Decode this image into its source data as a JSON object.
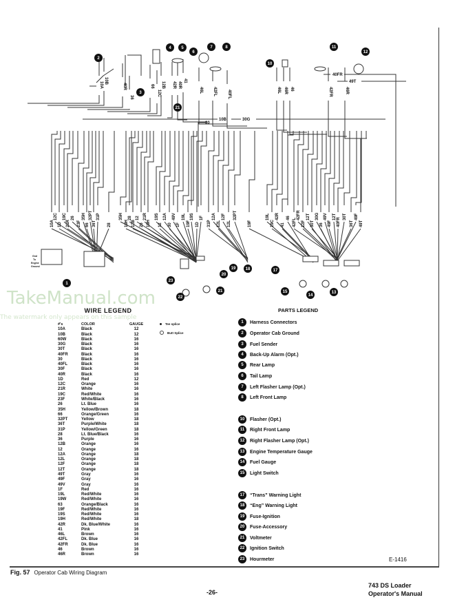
{
  "watermark": {
    "text": "TakeManual.com",
    "sub": "The watermark only appears on this sample"
  },
  "diagram": {
    "ground_note": [
      "Gnd",
      "To",
      "Engine",
      "Ground"
    ],
    "top_labels": [
      "10A",
      "10B",
      "40R",
      "36",
      "66",
      "12C",
      "12B",
      "42R",
      "40R",
      "41",
      "46L",
      "42FL",
      "40FL",
      "46L",
      "46R",
      "46",
      "42FR",
      "46R"
    ],
    "horiz_labels": [
      "40FR",
      "49T",
      "10B",
      "30G",
      "30"
    ],
    "bottom_labels": [
      "10A",
      "12C",
      "1D",
      "19C",
      "21R",
      "26",
      "23F",
      "35H",
      "66",
      "32PT",
      "36T",
      "31P",
      "28",
      "35H",
      "19H",
      "28",
      "12B",
      "12",
      "26",
      "21R",
      "19H",
      "19S",
      "12",
      "12A",
      "30",
      "49V",
      "1F",
      "19L",
      "19F",
      "19S",
      "1D",
      "1F",
      "31P",
      "12A",
      "12L",
      "12F",
      "12L",
      "32PT",
      "19F",
      "19L",
      "19C",
      "42R",
      "41",
      "46",
      "42FL",
      "42FR",
      "12F",
      "12T",
      "30T",
      "30G",
      "36",
      "49V",
      "49F",
      "12T",
      "40FR",
      "30T",
      "36T",
      "49F",
      "49T"
    ],
    "callouts": [
      "1",
      "2",
      "3",
      "4",
      "5",
      "6",
      "7",
      "8",
      "10",
      "11",
      "12",
      "13",
      "14",
      "15",
      "17",
      "18",
      "19",
      "20",
      "21",
      "22",
      "23",
      "21"
    ]
  },
  "wire_legend": {
    "title": "WIRE LEGEND",
    "headers": [
      "#'s",
      "COLOR",
      "GAUGE"
    ],
    "rows": [
      [
        "10A",
        "Black",
        "12"
      ],
      [
        "10B",
        "Black",
        "12"
      ],
      [
        "60W",
        "Black",
        "16"
      ],
      [
        "30G",
        "Black",
        "16"
      ],
      [
        "30T",
        "Black",
        "16"
      ],
      [
        "40FR",
        "Black",
        "16"
      ],
      [
        "30",
        "Black",
        "16"
      ],
      [
        "40FL",
        "Black",
        "16"
      ],
      [
        "30F",
        "Black",
        "16"
      ],
      [
        "40R",
        "Black",
        "16"
      ],
      [
        "1D",
        "Red",
        "12"
      ],
      [
        "12C",
        "Orange",
        "16"
      ],
      [
        "21R",
        "White",
        "16"
      ],
      [
        "19C",
        "Red/White",
        "16"
      ],
      [
        "23F",
        "White/Black",
        "16"
      ],
      [
        "26",
        "Lt. Blue",
        "16"
      ],
      [
        "35H",
        "Yellow/Brown",
        "18"
      ],
      [
        "66",
        "Orange/Green",
        "16"
      ],
      [
        "32PT",
        "Yellow",
        "18"
      ],
      [
        "36T",
        "Purple/White",
        "18"
      ],
      [
        "31P",
        "Yellow/Green",
        "18"
      ],
      [
        "28",
        "Lt. Blue/Black",
        "16"
      ],
      [
        "36",
        "Purple",
        "16"
      ],
      [
        "12B",
        "Orange",
        "16"
      ],
      [
        "12",
        "Orange",
        "16"
      ],
      [
        "12A",
        "Orange",
        "18"
      ],
      [
        "12L",
        "Orange",
        "18"
      ],
      [
        "12F",
        "Orange",
        "18"
      ],
      [
        "12T",
        "Orange",
        "18"
      ],
      [
        "49T",
        "Gray",
        "16"
      ],
      [
        "49F",
        "Gray",
        "16"
      ],
      [
        "49V",
        "Gray",
        "16"
      ],
      [
        "1F",
        "Red",
        "16"
      ],
      [
        "19L",
        "Red/White",
        "16"
      ],
      [
        "19W",
        "Red/White",
        "16"
      ],
      [
        "63",
        "Orange/Black",
        "16"
      ],
      [
        "19F",
        "Red/White",
        "16"
      ],
      [
        "19S",
        "Red/White",
        "16"
      ],
      [
        "19H",
        "Red/White",
        "18"
      ],
      [
        "42R",
        "Dk. Blue/White",
        "16"
      ],
      [
        "41",
        "Pink",
        "16"
      ],
      [
        "46L",
        "Brown",
        "16"
      ],
      [
        "42FL",
        "Dk. Blue",
        "16"
      ],
      [
        "42FR",
        "Dk. Blue",
        "16"
      ],
      [
        "46",
        "Brown",
        "16"
      ],
      [
        "46R",
        "Brown",
        "16"
      ]
    ]
  },
  "splice_legend": {
    "tee": "Tee splice",
    "butt": "Butt Splice"
  },
  "parts_legend": {
    "title": "PARTS LEGEND",
    "items": [
      {
        "num": "1",
        "label": "Harness Connectors"
      },
      {
        "num": "2",
        "label": "Operator Cab Ground"
      },
      {
        "num": "3",
        "label": "Fuel Sender"
      },
      {
        "num": "4",
        "label": "Back-Up Alarm (Opt.)"
      },
      {
        "num": "5",
        "label": "Rear Lamp"
      },
      {
        "num": "6",
        "label": "Tail Lamp"
      },
      {
        "num": "7",
        "label": "Left Flasher Lamp (Opt.)"
      },
      {
        "num": "8",
        "label": "Left Front Lamp"
      },
      {
        "num": "10",
        "label": "Flasher (Opt.)"
      },
      {
        "num": "11",
        "label": "Right Front Lamp"
      },
      {
        "num": "12",
        "label": "Right Flasher Lamp (Opt.)"
      },
      {
        "num": "13",
        "label": "Engine Temperature Gauge"
      },
      {
        "num": "14",
        "label": "Fuel Gauge"
      },
      {
        "num": "15",
        "label": "Light Switch"
      },
      {
        "num": "17",
        "label": "“Trans” Warning Light"
      },
      {
        "num": "18",
        "label": "“Eng” Warning Light"
      },
      {
        "num": "19",
        "label": "Fuse-Ignition"
      },
      {
        "num": "20",
        "label": "Fuse-Accessory"
      },
      {
        "num": "21",
        "label": "Voltmeter"
      },
      {
        "num": "22",
        "label": "Ignition Switch"
      },
      {
        "num": "23",
        "label": "Hourmeter"
      }
    ]
  },
  "drawing_number": "E-1416",
  "caption": {
    "fig": "Fig. 57",
    "text": "Operator Cab Wiring Diagram"
  },
  "footer": {
    "page": "-26-",
    "model": "743 DS Loader",
    "manual": "Operator's Manual"
  }
}
